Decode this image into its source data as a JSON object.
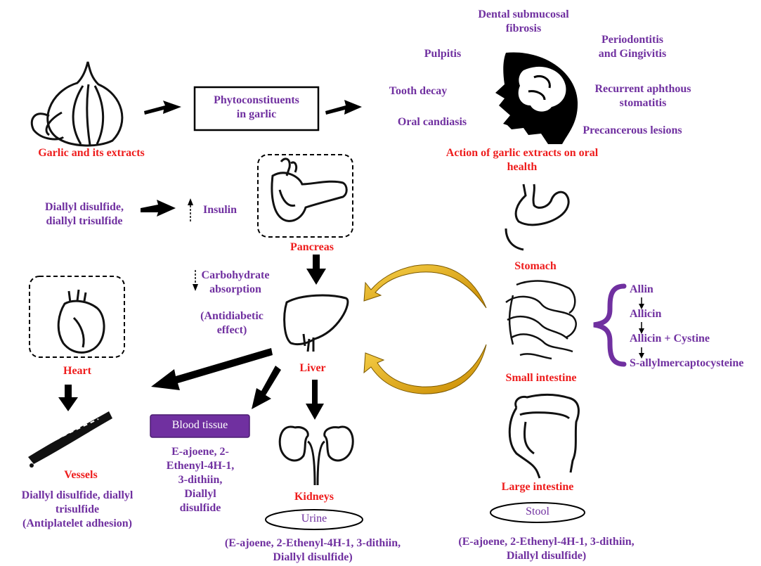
{
  "labels": {
    "garlic": "Garlic and its extracts",
    "phyto": "Phytoconstituents\nin garlic",
    "oral_action": "Action of garlic extracts on oral\nhealth",
    "dsf": "Dental submucosal\nfibrosis",
    "pulpitis": "Pulpitis",
    "perio": "Periodontitis\nand Gingivitis",
    "tooth_decay": "Tooth decay",
    "ras": "Recurrent aphthous\nstomatitis",
    "candiasis": "Oral candiasis",
    "precancer": "Precancerous lesions",
    "dads_left": "Diallyl disulfide,\ndiallyl trisulfide",
    "insulin": "Insulin",
    "pancreas": "Pancreas",
    "carb": "Carbohydrate\nabsorption",
    "antidiabetic": "(Antidiabetic\neffect)",
    "liver": "Liver",
    "heart": "Heart",
    "vessels": "Vessels",
    "vessels_detail": "Diallyl disulfide, diallyl\ntrisulfide\n(Antiplatelet adhesion)",
    "blood_tissue": "Blood tissue",
    "blood_detail": "E-ajoene, 2-\nEthenyl-4H-1,\n3-dithiin,\nDiallyl\ndisulfide",
    "kidneys": "Kidneys",
    "urine": "Urine",
    "urine_detail": "(E-ajoene, 2-Ethenyl-4H-1, 3-dithiin,\nDiallyl disulfide)",
    "stomach": "Stomach",
    "small_intestine": "Small intestine",
    "large_intestine": "Large intestine",
    "stool": "Stool",
    "stool_detail": "(E-ajoene, 2-Ethenyl-4H-1, 3-dithiin,\nDiallyl disulfide)"
  },
  "metabolism": [
    "Allin",
    "Allicin",
    "Allicin + Cystine",
    "S-allylmercaptocysteine"
  ],
  "colors": {
    "red": "#ee1c1c",
    "purple": "#7030a0",
    "gold": "#e8b400",
    "box_purple": "#7030a0"
  }
}
